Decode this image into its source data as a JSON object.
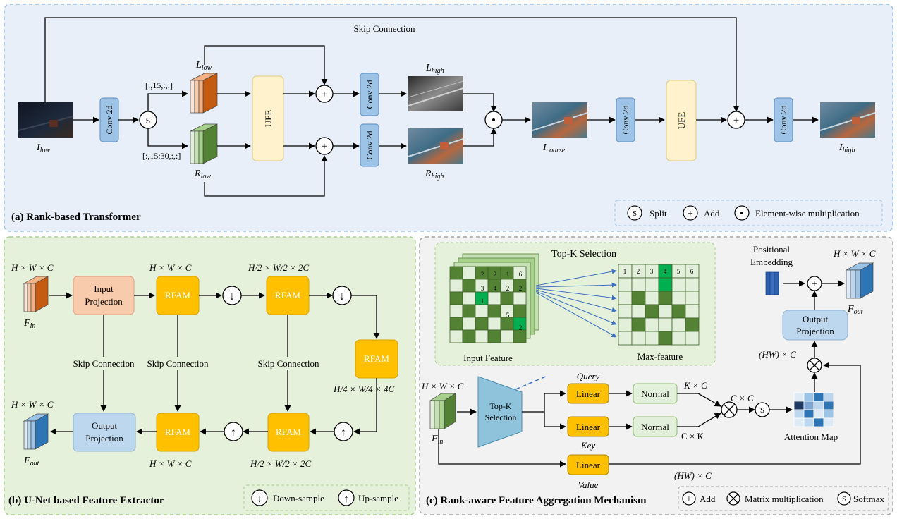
{
  "panel_a": {
    "title": "(a) Rank-based Transformer",
    "skip_connection": "Skip Connection",
    "conv_label": "Conv 2d",
    "ufe_label": "UFE",
    "split_symbol": "S",
    "dot_symbol": "⋅",
    "plus_symbol": "+",
    "split_top": "[:,15,:,:]",
    "split_bottom": "[:,15:30,:,:]",
    "labels": {
      "i_low_main": "I",
      "i_low_sub": "low",
      "l_low_main": "L",
      "l_low_sub": "low",
      "r_low_main": "R",
      "r_low_sub": "low",
      "l_high_main": "L",
      "l_high_sub": "high",
      "r_high_main": "R",
      "r_high_sub": "high",
      "i_coarse_main": "I",
      "i_coarse_sub": "coarse",
      "i_high_main": "I",
      "i_high_sub": "high"
    },
    "legend": {
      "split": "Split",
      "add": "Add",
      "mult": "Element-wise multiplication"
    }
  },
  "panel_b": {
    "title": "(b) U-Net based Feature Extractor",
    "input_projection": [
      "Input",
      "Projection"
    ],
    "output_projection": [
      "Output",
      "Projection"
    ],
    "rfam": "RFAM",
    "skip_connection": "Skip Connection",
    "dims": {
      "hwc": "H  × W × C",
      "hwc2": "H × W × C",
      "half": "H/2 × W/2 × 2C",
      "quarter": "H/4 × W/4 × 4C"
    },
    "f_in_main": "F",
    "f_in_sub": "in",
    "f_out_main": "F",
    "f_out_sub": "out",
    "down_arrow": "↓",
    "up_arrow": "↑",
    "legend": {
      "down": "Down-sample",
      "up": "Up-sample"
    }
  },
  "panel_c": {
    "title": "(c) Rank-aware Feature Aggregation Mechanism",
    "topk_title": "Top-K  Selection",
    "input_feature": "Input Feature",
    "max_feature": "Max-feature",
    "topk_block": [
      "Top-K",
      "Selection"
    ],
    "linear": "Linear",
    "normal": "Normal",
    "query": "Query",
    "key": "Key",
    "value": "Value",
    "dims": {
      "hwc": "H × W × C",
      "kc": "K × C",
      "ck": "C × K",
      "cc": "C  × C",
      "hw_c": "(HW) × C"
    },
    "positional": [
      "Positional",
      "Embedding"
    ],
    "output_projection": [
      "Output",
      "Projection"
    ],
    "attention_map": "Attention Map",
    "f_in_main": "F",
    "f_in_sub": "in",
    "f_out_main": "F",
    "f_out_sub": "out",
    "grid_numbers_left": [
      "2",
      "2",
      "1",
      "6",
      "3",
      "4",
      "2",
      "2",
      "1",
      "5",
      "2"
    ],
    "grid_numbers_right": [
      "1",
      "2",
      "3",
      "4",
      "5",
      "6"
    ],
    "legend": {
      "add": "Add",
      "matmul": "Matrix multiplication",
      "softmax": "Softmax",
      "softmax_symbol": "S"
    }
  },
  "colors": {
    "panel_a_bg": "#e8eff9",
    "panel_b_bg": "#e6f1db",
    "panel_c_bg": "#f2f2f2",
    "conv_fill": "#9dc3e6",
    "ufe_fill": "#fff2cc",
    "rfam_fill": "#ffc000",
    "linear_fill": "#ffc000",
    "normal_fill": "#e2efda",
    "proj_in_fill": "#f8cbad",
    "proj_out_fill": "#bdd7ee",
    "topk_fill": "#8fc3dc",
    "green_dark": "#548235",
    "green_mid": "#a9d18e",
    "green_bright": "#00b050"
  }
}
